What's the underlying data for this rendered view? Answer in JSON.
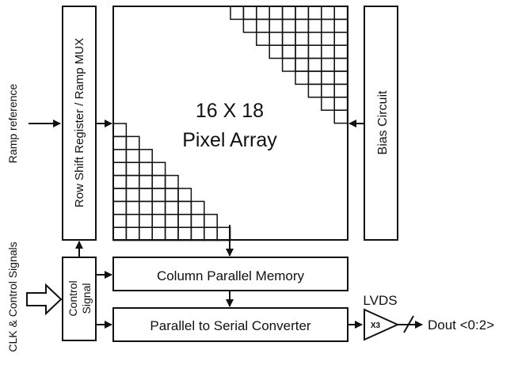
{
  "labels": {
    "ramp_reference": "Ramp reference",
    "row_shift": "Row Shift Register / Ramp MUX",
    "pixel_array_line1": "16 X 18",
    "pixel_array_line2": "Pixel Array",
    "bias_circuit": "Bias Circuit",
    "clk_control": "CLK & Control Signals",
    "control_line1": "Control",
    "control_line2": "Signal",
    "column_memory": "Column Parallel Memory",
    "p2s_converter": "Parallel to Serial Converter",
    "lvds": "LVDS",
    "x3": "X3",
    "dout": "Dout <0:2>"
  },
  "colors": {
    "stroke": "#111111",
    "background": "#ffffff"
  }
}
